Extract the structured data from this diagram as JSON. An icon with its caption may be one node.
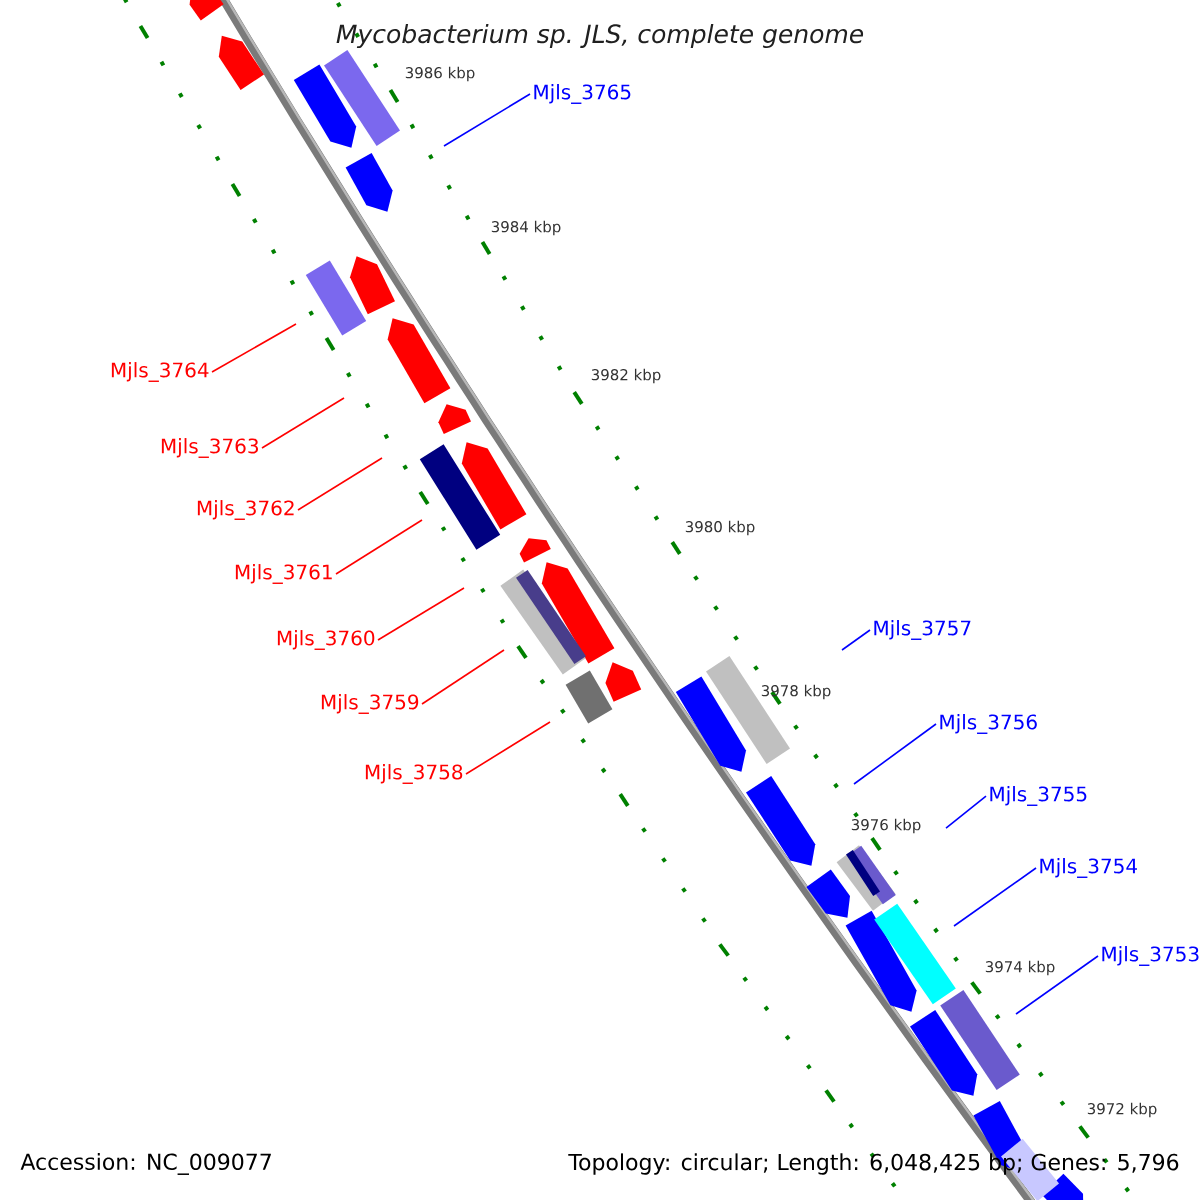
{
  "diagram": {
    "title": "Mycobacterium sp. JLS, complete genome",
    "nodes": [
      {
        "text": [
          "Mjls_3765"
        ]
      },
      {
        "text": [
          "Mjls_3764"
        ]
      },
      {
        "text": [
          "Mjls_3763"
        ]
      },
      {
        "text": [
          "Mjls_3762"
        ]
      },
      {
        "text": [
          "Mjls_3761"
        ]
      },
      {
        "text": [
          "Mjls_3760"
        ]
      },
      {
        "text": [
          "Mjls_3759"
        ]
      },
      {
        "text": [
          "Mjls_3758"
        ]
      },
      {
        "text": [
          "Mjls_3757"
        ]
      },
      {
        "text": [
          "Mjls_3756"
        ]
      },
      {
        "text": [
          "Mjls_3755"
        ]
      },
      {
        "text": [
          "Mjls_3754"
        ]
      },
      {
        "text": [
          "Mjls_3753"
        ]
      }
    ],
    "edges": [
      {
        "from": 0,
        "to": null,
        "arrow": "none",
        "color": "#0000ff"
      },
      {
        "from": 1,
        "to": null,
        "arrow": "none"
      },
      {
        "from": 2,
        "to": null,
        "arrow": "none"
      },
      {
        "from": 3,
        "to": null,
        "arrow": "none"
      },
      {
        "from": 4,
        "to": null,
        "arrow": "none"
      },
      {
        "from": 5,
        "to": null,
        "arrow": "none"
      },
      {
        "from": 6,
        "to": null,
        "arrow": "none"
      },
      {
        "from": 7,
        "to": null,
        "arrow": "none"
      },
      {
        "from": 8,
        "to": null,
        "arrow": "none",
        "color": "#0000ff"
      },
      {
        "from": 9,
        "to": null,
        "arrow": "none",
        "color": "#0000ff"
      },
      {
        "from": 10,
        "to": null,
        "arrow": "none",
        "color": "#0000ff"
      },
      {
        "from": 11,
        "to": null,
        "arrow": "none",
        "color": "#0000ff"
      },
      {
        "from": 12,
        "to": null,
        "arrow": "none",
        "color": "#0000ff"
      }
    ],
    "labels": [
      "3986 kbp",
      "3984 kbp",
      "3982 kbp",
      "3980 kbp",
      "3978 kbp",
      "3976 kbp",
      "3974 kbp",
      "3972 kbp",
      "Accession: NC_009077",
      "Topology: circular; Length: 6,048,425 bp; Genes: 5,796"
    ]
  }
}
